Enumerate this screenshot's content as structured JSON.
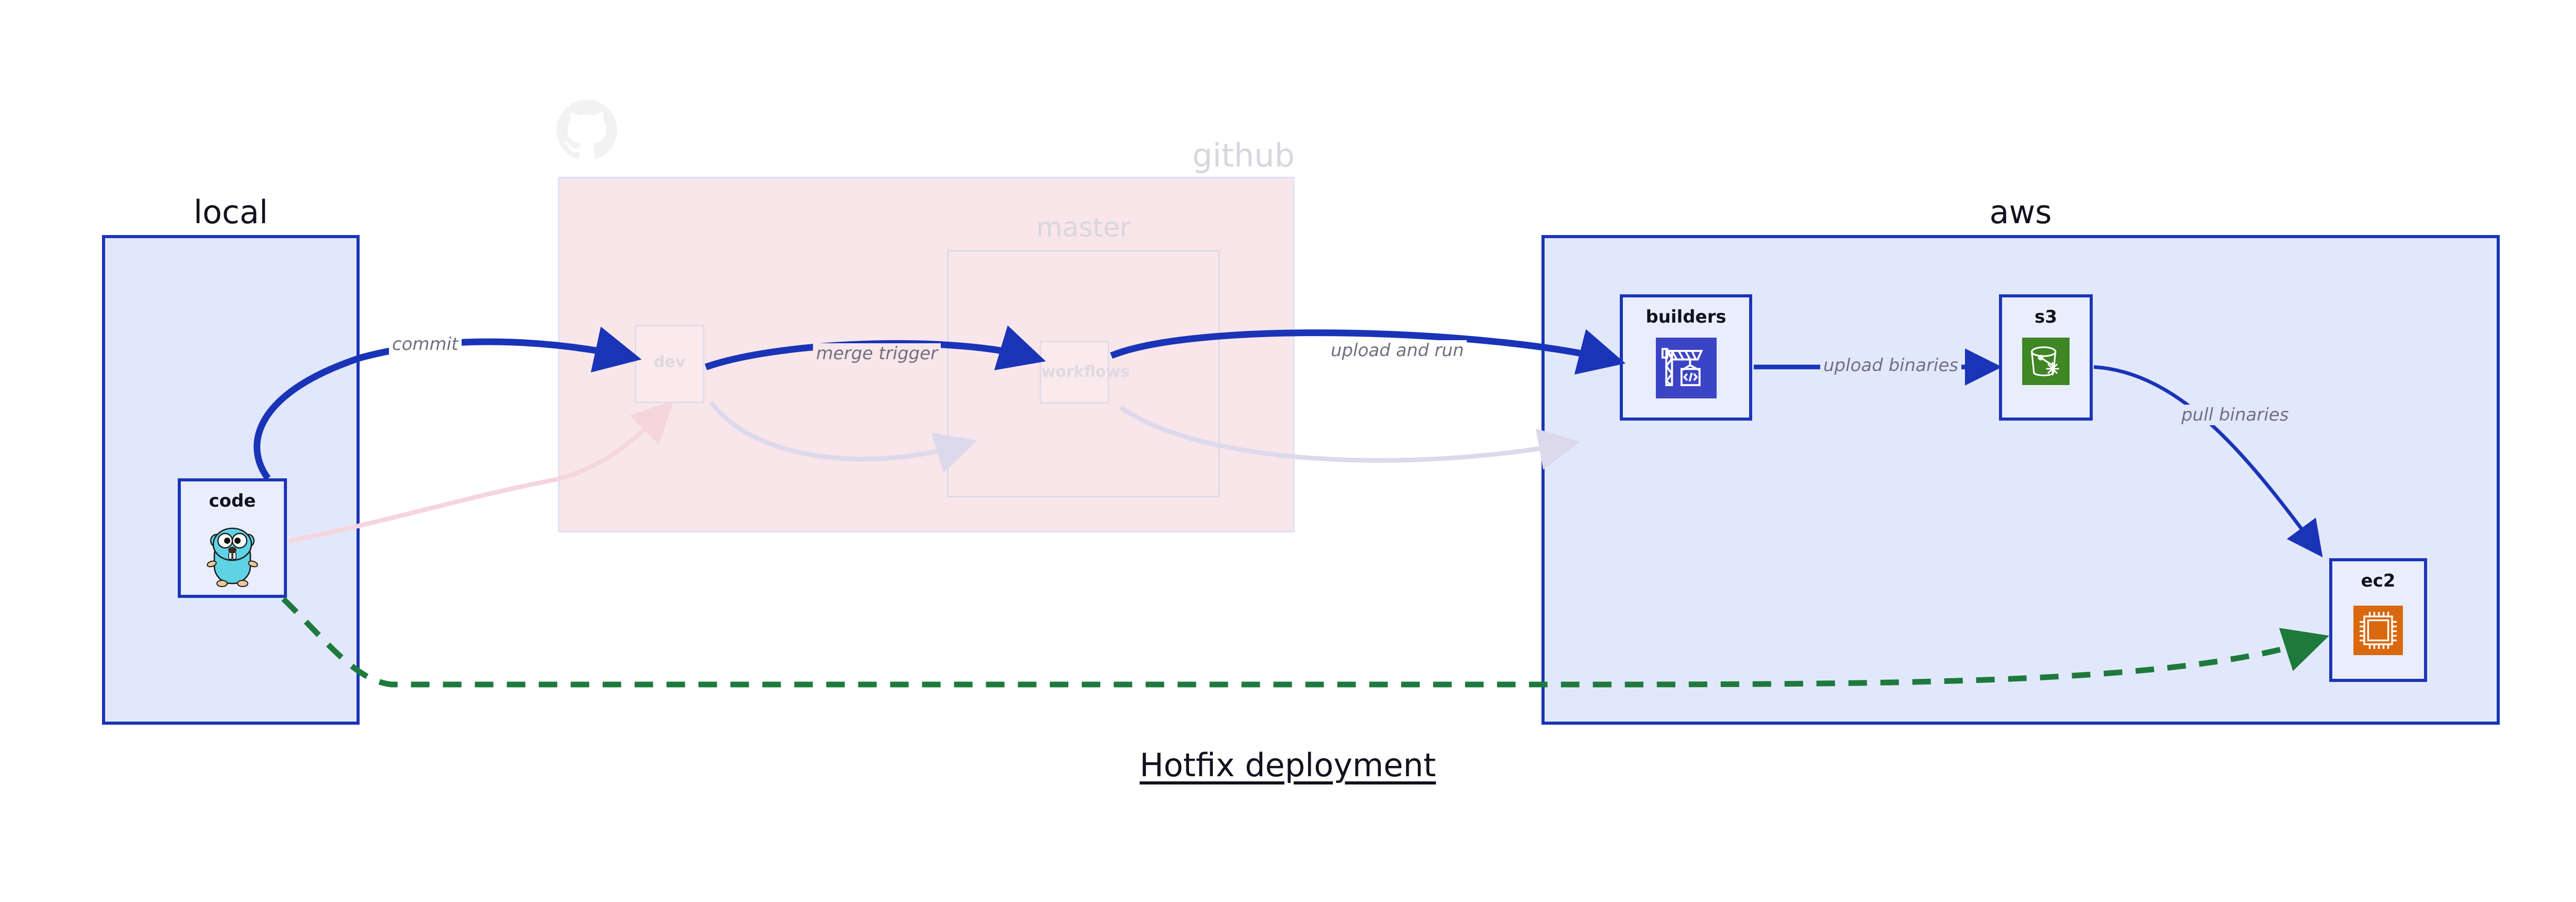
{
  "diagram": {
    "caption": "Hotfix deployment",
    "groups": [
      {
        "id": "local",
        "label": "local",
        "style": "blue",
        "faded": false
      },
      {
        "id": "github",
        "label": "github",
        "style": "pink",
        "faded": true
      },
      {
        "id": "master",
        "label": "master",
        "style": "faint",
        "faded": true
      },
      {
        "id": "aws",
        "label": "aws",
        "style": "blue",
        "faded": false
      }
    ],
    "nodes": [
      {
        "id": "code",
        "label": "code",
        "icon": "go-gopher-icon",
        "group": "local",
        "faded": false
      },
      {
        "id": "dev",
        "label": "dev",
        "icon": "none",
        "group": "github",
        "faded": true
      },
      {
        "id": "workflows",
        "label": "workflows",
        "icon": "none",
        "group": "master",
        "faded": true
      },
      {
        "id": "builders",
        "label": "builders",
        "icon": "aws-codebuild-icon",
        "group": "aws",
        "faded": false
      },
      {
        "id": "s3",
        "label": "s3",
        "icon": "aws-s3-glacier-icon",
        "group": "aws",
        "faded": false
      },
      {
        "id": "ec2",
        "label": "ec2",
        "icon": "aws-ec2-chip-icon",
        "group": "aws",
        "faded": false
      }
    ],
    "edges": [
      {
        "id": "e1",
        "from": "code",
        "to": "dev",
        "label": "commit",
        "style": "solid-blue-thick",
        "faded": false
      },
      {
        "id": "e2",
        "from": "dev",
        "to": "workflows",
        "label": "merge trigger",
        "style": "solid-blue-thick",
        "faded": false
      },
      {
        "id": "e3",
        "from": "workflows",
        "to": "builders",
        "label": "upload and run",
        "style": "solid-blue-thick",
        "faded": false
      },
      {
        "id": "e4",
        "from": "builders",
        "to": "s3",
        "label": "upload binaries",
        "style": "solid-blue-medium",
        "faded": false
      },
      {
        "id": "e5",
        "from": "s3",
        "to": "ec2",
        "label": "pull binaries",
        "style": "solid-blue-thin",
        "faded": false
      },
      {
        "id": "e6",
        "from": "code",
        "to": "ec2",
        "label": "",
        "style": "dashed-green",
        "faded": false
      },
      {
        "id": "e7",
        "from": "code",
        "to": "dev",
        "label": "",
        "style": "solid-pink",
        "faded": true
      },
      {
        "id": "e8",
        "from": "dev",
        "to": "workflows",
        "label": "",
        "style": "solid-lavender",
        "faded": true
      },
      {
        "id": "e9",
        "from": "workflows",
        "to": "builders",
        "label": "",
        "style": "solid-lavender",
        "faded": true
      }
    ],
    "colors": {
      "arrow_blue": "#1a34b8",
      "arrow_green": "#1e7a3c",
      "arrow_faded_pink": "#f7dde3",
      "arrow_faded_lavender": "#dfdcee",
      "cluster_blue_fill": "#e2e8fb",
      "cluster_blue_border": "#1a34b8",
      "cluster_pink_fill": "#f9e6ea",
      "node_blue_fill": "#eaeefc",
      "label_text": "#6f7080",
      "title_text": "#12121f",
      "faded_text": "#ded9e0",
      "icon_codebuild": "#3b44c4",
      "icon_s3": "#3f8624",
      "icon_ec2": "#d9680f",
      "gopher_body": "#5fd3e4"
    }
  }
}
